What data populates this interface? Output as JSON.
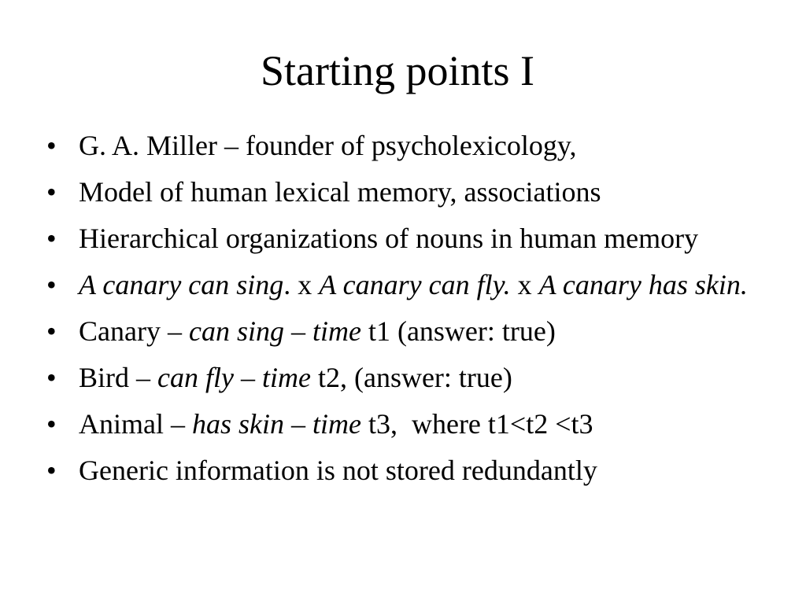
{
  "slide": {
    "title": "Starting points I",
    "bullet_glyph": "•",
    "bullets": [
      {
        "segments": [
          {
            "text": "G. A. Miller – founder of psycholexicology,",
            "italic": false
          }
        ]
      },
      {
        "segments": [
          {
            "text": "Model of human lexical memory, associations",
            "italic": false
          }
        ]
      },
      {
        "segments": [
          {
            "text": "Hierarchical organizations of nouns in human memory",
            "italic": false
          }
        ]
      },
      {
        "segments": [
          {
            "text": "A canary can sing",
            "italic": true
          },
          {
            "text": ". x ",
            "italic": false
          },
          {
            "text": "A canary can fly.",
            "italic": true
          },
          {
            "text": " x ",
            "italic": false
          },
          {
            "text": "A canary has skin.",
            "italic": true
          }
        ]
      },
      {
        "segments": [
          {
            "text": "Canary – ",
            "italic": false
          },
          {
            "text": "can sing – time",
            "italic": true
          },
          {
            "text": " t1 (answer: true)",
            "italic": false
          }
        ]
      },
      {
        "segments": [
          {
            "text": "Bird – ",
            "italic": false
          },
          {
            "text": "can fly – time",
            "italic": true
          },
          {
            "text": " t2, (answer: true)",
            "italic": false
          }
        ]
      },
      {
        "segments": [
          {
            "text": "Animal – ",
            "italic": false
          },
          {
            "text": "has skin – time",
            "italic": true
          },
          {
            "text": " t3,  where t1<t2 <t3",
            "italic": false
          }
        ]
      },
      {
        "segments": [
          {
            "text": "Generic information is not stored redundantly",
            "italic": false
          }
        ]
      }
    ]
  }
}
